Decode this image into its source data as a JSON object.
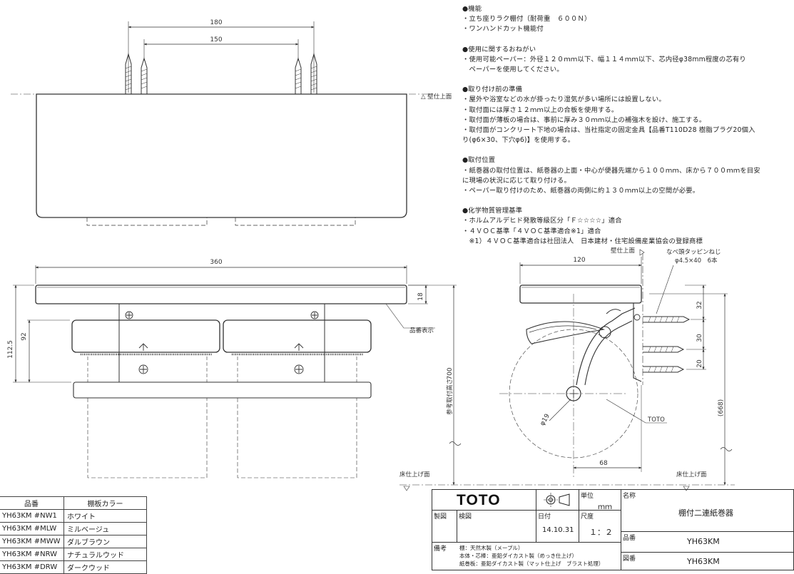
{
  "notes": [
    {
      "heading": "●機能",
      "lines": [
        "・立ち座りラク棚付（耐荷重　６００Ｎ）",
        "・ワンハンドカット機能付"
      ]
    },
    {
      "heading": "●使用に関するおねがい",
      "lines": [
        "・使用可能ペーパー：外径１２０ｍｍ以下、幅１１４ｍｍ以下、芯内径φ38mm程度の芯有り",
        "　ペーパーを使用してください。"
      ]
    },
    {
      "heading": "●取り付け前の準備",
      "lines": [
        "・屋外や浴室などの水が掛ったり湿気が多い場所には設置しない。",
        "・取付面には厚さ１２ｍｍ以上の合板を使用する。",
        "・取付面が薄板の場合は、事前に厚み３０ｍｍ以上の補強木を設け、施工する。",
        "・取付面がコンクリート下地の場合は、当社指定の固定金具【品番T110D28 樹脂プラグ20個入",
        "り(φ6×30、下穴φ6)】を使用する。"
      ]
    },
    {
      "heading": "●取付位置",
      "lines": [
        "・紙巻器の取付位置は、紙巻器の上面・中心が便器先端から１００ｍｍ、床から７００ｍｍを目安",
        "に現場の状況に応じて取り付ける。",
        "・ペーパー取り付けのため、紙巻器の両側に約１３０ｍｍ以上の空間が必要。"
      ]
    },
    {
      "heading": "●化学物質管理基準",
      "lines": [
        "・ホルムアルデヒド発散等級区分「Ｆ☆☆☆☆」適合",
        "・４ＶＯＣ基準「４ＶＯＣ基準適合※1」適合",
        "　※1）４ＶＯＣ基準適合は社団法人　日本建材・住宅設備産業協会の登録商標"
      ]
    }
  ],
  "dims": {
    "top_outer": "180",
    "top_inner": "150",
    "front_width": "360",
    "front_shelf": "18",
    "front_92": "92",
    "front_1125": "112.5",
    "side_120": "120",
    "side_32": "32",
    "side_30": "30",
    "side_20": "20",
    "side_700": "700",
    "side_668": "(668)",
    "side_68": "68",
    "side_phi19": "φ19"
  },
  "labels": {
    "wall_top_1": "△ 壁仕上面",
    "wall_top_2": "壁仕上面",
    "screw_1": "なべ頭タッピンねじ",
    "screw_2": "φ4.5×40　6本",
    "model_mark": "品番表示",
    "ref_height": "参考取付高さ",
    "floor_1": "床仕上げ面",
    "floor_2": "床仕上げ面",
    "toto_mark": "TOTO"
  },
  "color_table": {
    "headers": [
      "品番",
      "棚板カラー"
    ],
    "rows": [
      [
        "YH63KM #NW1",
        "ホワイト"
      ],
      [
        "YH63KM #MLW",
        "ミルベージュ"
      ],
      [
        "YH63KM #MWW",
        "ダルブラウン"
      ],
      [
        "YH63KM #NRW",
        "ナチュラルウッド"
      ],
      [
        "YH63KM #DRW",
        "ダークウッド"
      ]
    ]
  },
  "title_block": {
    "logo": "TOTO",
    "unit_label": "単位",
    "unit": "ｍｍ",
    "name_label": "名称",
    "name": "棚付二連紙巻器",
    "drawn_label": "製図",
    "check_label": "検図",
    "date_label": "日付",
    "date": "14.10.31",
    "scale_label": "尺度",
    "scale": "１：２",
    "model_label": "品番",
    "model": "YH63KM",
    "drawing_label": "図番",
    "drawing": "YH63KM",
    "remarks_label": "備考",
    "remarks": [
      "棚：天然木製（メープル）",
      "本体・芯棒：亜鉛ダイカスト製（めっき仕上げ）",
      "紙巻板：亜鉛ダイカスト製（マット仕上げ　ブラスト処理）"
    ]
  }
}
